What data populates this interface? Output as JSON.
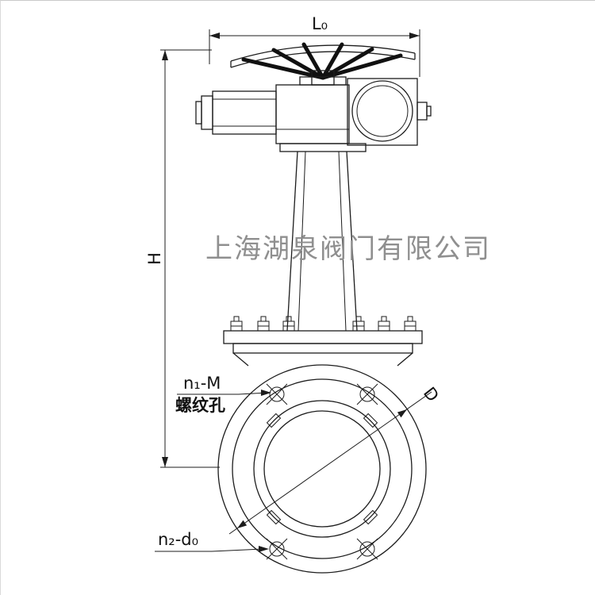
{
  "drawing": {
    "watermark": "上海湖泉阀门有限公司",
    "dimensions": {
      "top_width_label": "L₀",
      "height_label": "H",
      "diameter_label": "D",
      "threaded_holes_label": "n₁-M",
      "threaded_holes_caption": "螺纹孔",
      "bolt_holes_label": "n₂-d₀"
    }
  }
}
